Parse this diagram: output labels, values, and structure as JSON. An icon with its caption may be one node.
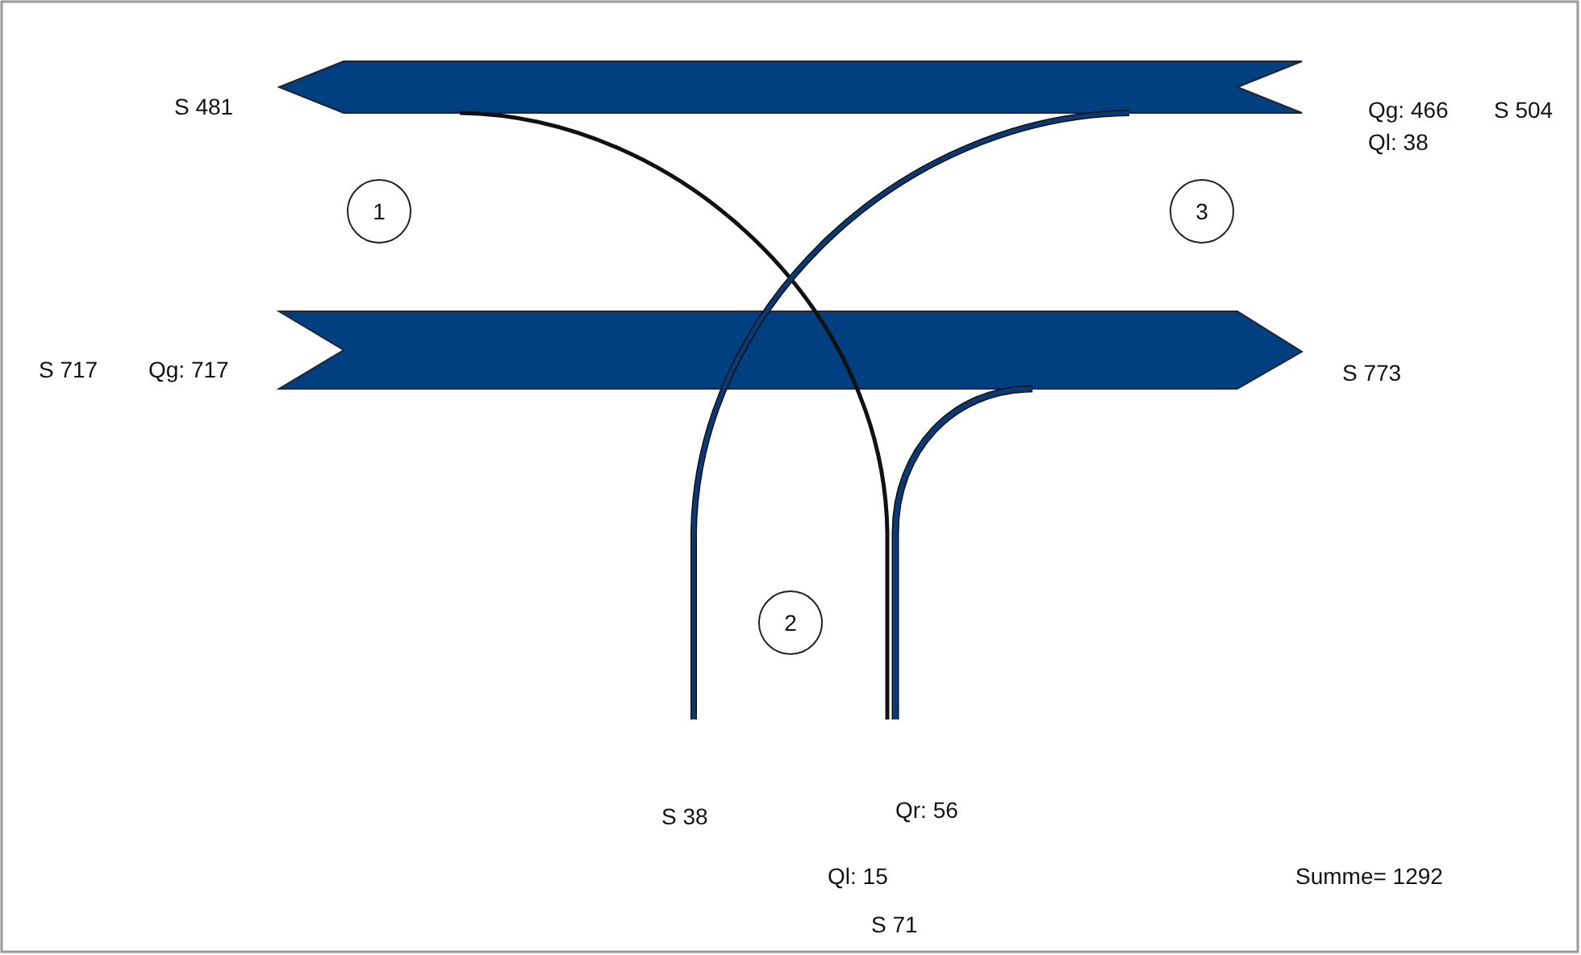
{
  "diagram": {
    "nodes": [
      {
        "text": [
          "1"
        ]
      },
      {
        "text": [
          "3"
        ]
      },
      {
        "text": [
          "2"
        ]
      }
    ],
    "labels": [
      "S 481",
      "Qg: 466",
      "S 504",
      "Ql: 38",
      "S 717",
      "Qg: 717",
      "S 773",
      "S 38",
      "Qr: 56",
      "Ql: 15",
      "Summe= 1292",
      "S 71"
    ]
  }
}
